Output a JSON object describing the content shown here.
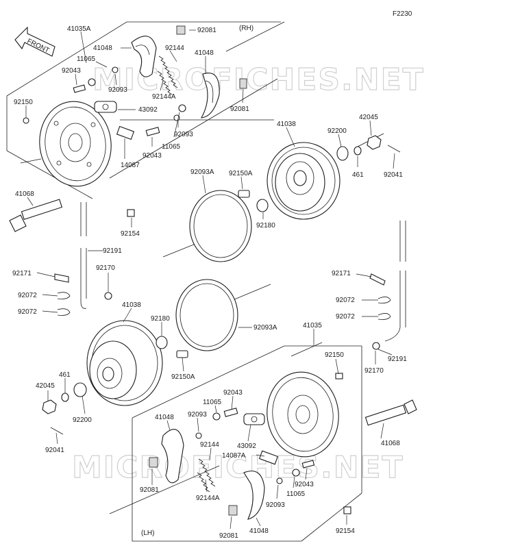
{
  "diagram": {
    "fig_id": "F2230",
    "section_rh": "(RH)",
    "section_lh": "(LH)",
    "front_label": "FRONT",
    "watermark": "MICROFICHES.NET",
    "labels": [
      {
        "id": "l01",
        "text": "41035A"
      },
      {
        "id": "l02",
        "text": "92081"
      },
      {
        "id": "l03",
        "text": "41048"
      },
      {
        "id": "l04",
        "text": "92144"
      },
      {
        "id": "l05",
        "text": "11065"
      },
      {
        "id": "l06",
        "text": "41048"
      },
      {
        "id": "l07",
        "text": "92043"
      },
      {
        "id": "l08",
        "text": "92093"
      },
      {
        "id": "l09",
        "text": "92144A"
      },
      {
        "id": "l10",
        "text": "92081"
      },
      {
        "id": "l11",
        "text": "92150"
      },
      {
        "id": "l12",
        "text": "43092"
      },
      {
        "id": "l13",
        "text": "92093"
      },
      {
        "id": "l14",
        "text": "11065"
      },
      {
        "id": "l15",
        "text": "92043"
      },
      {
        "id": "l16",
        "text": "14087"
      },
      {
        "id": "l17",
        "text": "41038"
      },
      {
        "id": "l18",
        "text": "92200"
      },
      {
        "id": "l19",
        "text": "42045"
      },
      {
        "id": "l20",
        "text": "461"
      },
      {
        "id": "l21",
        "text": "92041"
      },
      {
        "id": "l22",
        "text": "92093A"
      },
      {
        "id": "l23",
        "text": "92150A"
      },
      {
        "id": "l24",
        "text": "41068"
      },
      {
        "id": "l25",
        "text": "92154"
      },
      {
        "id": "l26",
        "text": "92180"
      },
      {
        "id": "l27",
        "text": "92191"
      },
      {
        "id": "l28",
        "text": "92170"
      },
      {
        "id": "l29",
        "text": "92171"
      },
      {
        "id": "l30",
        "text": "92072"
      },
      {
        "id": "l31",
        "text": "92072"
      },
      {
        "id": "l32",
        "text": "92171"
      },
      {
        "id": "l33",
        "text": "92072"
      },
      {
        "id": "l34",
        "text": "92072"
      },
      {
        "id": "l35",
        "text": "41038"
      },
      {
        "id": "l36",
        "text": "92180"
      },
      {
        "id": "l37",
        "text": "92093A"
      },
      {
        "id": "l38",
        "text": "41035"
      },
      {
        "id": "l39",
        "text": "92150"
      },
      {
        "id": "l40",
        "text": "92191"
      },
      {
        "id": "l41",
        "text": "92170"
      },
      {
        "id": "l42",
        "text": "92150A"
      },
      {
        "id": "l43",
        "text": "42045"
      },
      {
        "id": "l44",
        "text": "461"
      },
      {
        "id": "l45",
        "text": "92043"
      },
      {
        "id": "l46",
        "text": "11065"
      },
      {
        "id": "l47",
        "text": "41048"
      },
      {
        "id": "l48",
        "text": "92093"
      },
      {
        "id": "l49",
        "text": "92200"
      },
      {
        "id": "l50",
        "text": "41068"
      },
      {
        "id": "l51",
        "text": "43092"
      },
      {
        "id": "l52",
        "text": "92144"
      },
      {
        "id": "l53",
        "text": "14087A"
      },
      {
        "id": "l54",
        "text": "92041"
      },
      {
        "id": "l55",
        "text": "92081"
      },
      {
        "id": "l56",
        "text": "92144A"
      },
      {
        "id": "l57",
        "text": "92043"
      },
      {
        "id": "l58",
        "text": "11065"
      },
      {
        "id": "l59",
        "text": "92093"
      },
      {
        "id": "l60",
        "text": "92154"
      },
      {
        "id": "l61",
        "text": "92081"
      },
      {
        "id": "l62",
        "text": "41048"
      }
    ]
  }
}
